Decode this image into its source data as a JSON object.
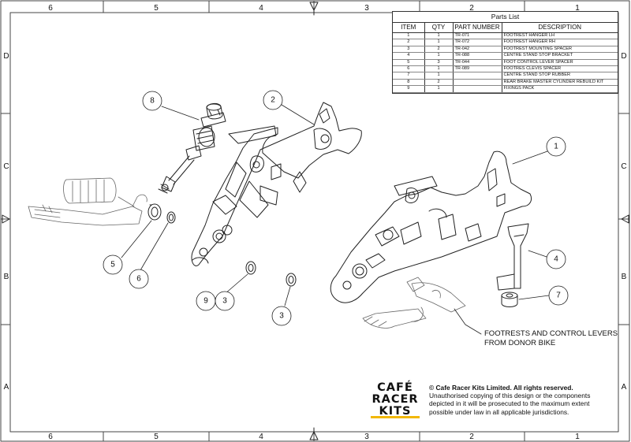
{
  "parts_list": {
    "title": "Parts List",
    "headers": {
      "item": "ITEM",
      "qty": "QTY",
      "part_number": "PART NUMBER",
      "description": "DESCRIPTION"
    },
    "rows": [
      {
        "item": "1",
        "qty": "1",
        "part_number": "TR-071",
        "description": "FOOTREST HANGER LH"
      },
      {
        "item": "2",
        "qty": "1",
        "part_number": "TR-072",
        "description": "FOOTREST HANGER RH"
      },
      {
        "item": "3",
        "qty": "2",
        "part_number": "TR-042",
        "description": "FOOTREST MOUNTING SPACER"
      },
      {
        "item": "4",
        "qty": "1",
        "part_number": "TR-088",
        "description": "CENTRE STAND STOP BRACKET"
      },
      {
        "item": "5",
        "qty": "3",
        "part_number": "TR-044",
        "description": "FOOT CONTROL LEVER SPACER"
      },
      {
        "item": "6",
        "qty": "1",
        "part_number": "TR-089",
        "description": "FOOTRES CLEVIS SPACER"
      },
      {
        "item": "7",
        "qty": "1",
        "part_number": "",
        "description": "CENTRE STAND STOP RUBBER"
      },
      {
        "item": "8",
        "qty": "2",
        "part_number": "",
        "description": "REAR BRAKE MASTER CYLINDER REBUILD KIT"
      },
      {
        "item": "9",
        "qty": "1",
        "part_number": "",
        "description": "FIXINGS PACK"
      }
    ]
  },
  "border": {
    "columns": [
      "6",
      "5",
      "4",
      "3",
      "2",
      "1"
    ],
    "rows": [
      "D",
      "C",
      "B",
      "A"
    ]
  },
  "balloons": [
    {
      "label": "1"
    },
    {
      "label": "2"
    },
    {
      "label": "4"
    },
    {
      "label": "5"
    },
    {
      "label": "6"
    },
    {
      "label": "7"
    },
    {
      "label": "8"
    },
    {
      "label": "9"
    },
    {
      "label": "3"
    },
    {
      "label": "3"
    }
  ],
  "annotation": {
    "line1": "FOOTRESTS AND CONTROL LEVERS",
    "line2": "FROM DONOR BIKE"
  },
  "logo": {
    "line1": "CAFÉ",
    "line2": "RACER",
    "line3": "KITS",
    "accent_color": "#f2b705"
  },
  "copyright": {
    "bold": "© Cafe Racer Kits Limited. All rights reserved.",
    "body": "Unauthorised copying of this design or the components depicted in it will be prosecuted to the maximum extent possible under law in all applicable jurisdictions."
  }
}
